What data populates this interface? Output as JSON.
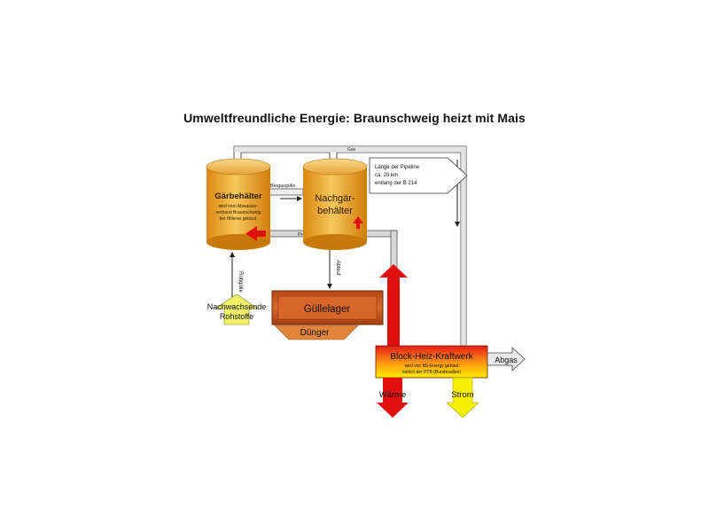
{
  "title": "Umweltfreundliche Energie: Braunschweig heizt mit Mais",
  "nodes": {
    "gaerbehaelter": {
      "label": "Gärbehälter",
      "note_line1": "wird vom Abwasser-",
      "note_line2": "verband Braunschweig",
      "note_line3": "bei Hillerse gebaut."
    },
    "nachgaerbehaelter": {
      "label_line1": "Nachgär-",
      "label_line2": "behälter"
    },
    "guellelager": {
      "label": "Güllelager"
    },
    "duenger": {
      "label": "Dünger"
    },
    "nachwachsende_rohstoffe": {
      "label_line1": "Nachwachsende",
      "label_line2": "Rohstoffe"
    },
    "bhkw": {
      "label": "Block-Heiz-Kraftwerk",
      "note_line1": "wird von BS-Energy gebaut",
      "note_line2": "östlich der PTB (Bundesallee)"
    },
    "pipeline_note": {
      "line1": "Länge der Pipeline",
      "line2": "ca. 20 km",
      "line3": "entlang der B 214"
    }
  },
  "flows": {
    "biogas": "Gas",
    "biogasguelle": "Biogasgülle",
    "prozesswaerme": "Prozesswärme",
    "rohguelle": "Rohgülle",
    "ablauf": "Ablauf",
    "abgas": "Abgas",
    "waerme": "Wärme",
    "strom": "Strom"
  },
  "colors": {
    "tank_light": "#f7c75a",
    "tank_dark": "#d9870e",
    "lager": "#c8561f",
    "duenger": "#e2853c",
    "bhkw_red": "#e41b1b",
    "bhkw_yellow": "#ffee00",
    "heat_red": "#e01010",
    "power_yellow": "#f4f000",
    "pipe": "#bfbfbf"
  }
}
